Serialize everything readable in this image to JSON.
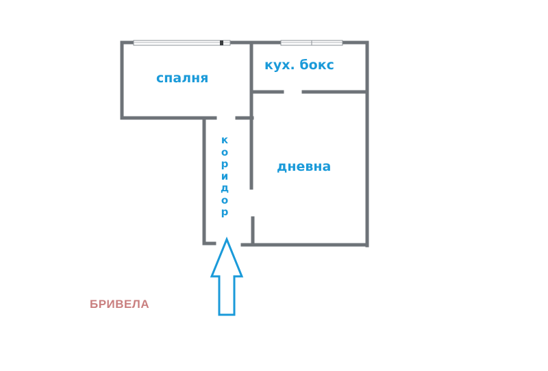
{
  "floorplan": {
    "rooms": [
      {
        "id": "bedroom",
        "label": "спалня"
      },
      {
        "id": "kitchen-box",
        "label": "кух. бокс"
      },
      {
        "id": "living-room",
        "label": "дневна"
      },
      {
        "id": "corridor",
        "label": "коридор"
      }
    ],
    "entrance_arrow": {
      "direction": "up",
      "color": "#1a9ad9"
    },
    "wall_color": "#6e7378",
    "label_color": "#1a9ad9"
  },
  "watermark": {
    "text": "БРИВЕЛА",
    "color": "#c97f7f"
  }
}
